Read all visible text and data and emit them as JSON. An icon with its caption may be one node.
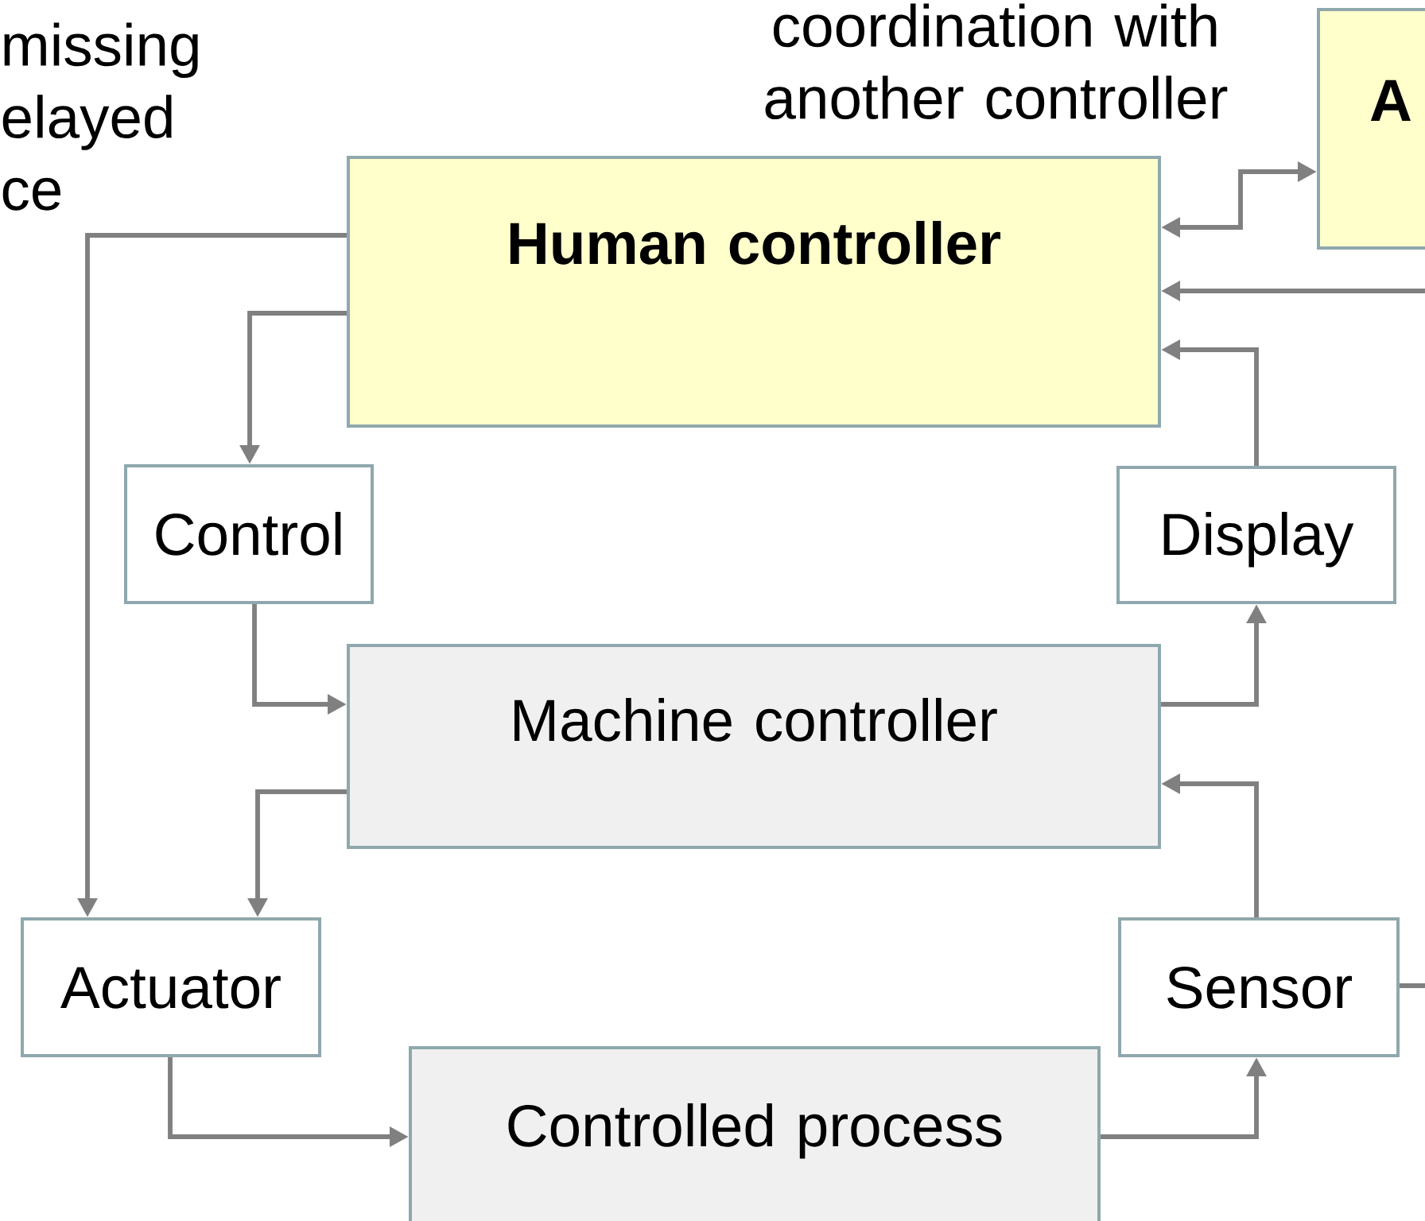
{
  "diagram": {
    "nodes": [
      {
        "text": [
          "Human controller"
        ]
      },
      {
        "text": [
          "A"
        ]
      },
      {
        "text": [
          "Control"
        ]
      },
      {
        "text": [
          "Display"
        ]
      },
      {
        "text": [
          "Machine controller"
        ]
      },
      {
        "text": [
          "Actuator"
        ]
      },
      {
        "text": [
          "Sensor"
        ]
      },
      {
        "text": [
          "Controlled process"
        ]
      }
    ],
    "edges": [
      {
        "from": 0,
        "to": 2,
        "arrow": "to"
      },
      {
        "from": 0,
        "to": 5,
        "arrow": "to"
      },
      {
        "from": 2,
        "to": 4,
        "arrow": "to"
      },
      {
        "from": 4,
        "to": 5,
        "arrow": "to"
      },
      {
        "from": 4,
        "to": 3,
        "arrow": "to"
      },
      {
        "from": 3,
        "to": 0,
        "arrow": "to"
      },
      {
        "from": 6,
        "to": 4,
        "arrow": "to"
      },
      {
        "from": 5,
        "to": 7,
        "arrow": "to"
      },
      {
        "from": 7,
        "to": 6,
        "arrow": "to"
      },
      {
        "from": 0,
        "to": 1,
        "arrow": "both"
      },
      {
        "from": null,
        "to": 0,
        "arrow": "to"
      },
      {
        "from": 6,
        "to": null,
        "arrow": "none"
      }
    ],
    "labels": [
      "missing elayed ce",
      "coordination with another controller"
    ]
  }
}
